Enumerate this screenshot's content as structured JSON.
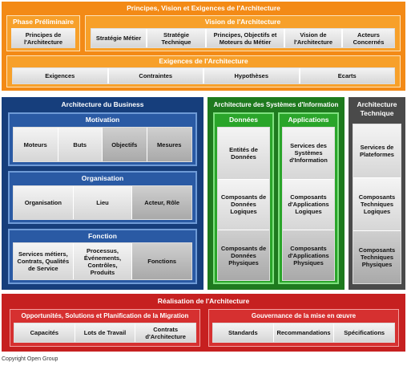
{
  "top": {
    "title": "Principes, Vision et Exigences de l'Architecture",
    "phase": {
      "title": "Phase Préliminaire",
      "item": "Principes de l'Architecture"
    },
    "vision": {
      "title": "Vision de l'Architecture",
      "items": [
        "Stratégie Métier",
        "Stratégie Technique",
        "Principes, Objectifs et Moteurs du Métier",
        "Vision de l'Architecture",
        "Acteurs Concernés"
      ]
    },
    "exigences": {
      "title": "Exigences de l'Architecture",
      "items": [
        "Exigences",
        "Contraintes",
        "Hypothèses",
        "Ecarts"
      ]
    }
  },
  "business": {
    "title": "Architecture du Business",
    "motivation": {
      "title": "Motivation",
      "items": [
        "Moteurs",
        "Buts",
        "Objectifs",
        "Mesures"
      ]
    },
    "organisation": {
      "title": "Organisation",
      "items": [
        "Organisation",
        "Lieu",
        "Acteur, Rôle"
      ]
    },
    "fonction": {
      "title": "Fonction",
      "items": [
        "Services métiers, Contrats, Qualités de Service",
        "Processus, Événements, Contrôles, Produits",
        "Fonctions"
      ]
    }
  },
  "si": {
    "title": "Architecture des Systèmes d'Information",
    "donnees": {
      "title": "Données",
      "items": [
        "Entités de Données",
        "Composants de Données Logiques",
        "Composants de Données Physiques"
      ]
    },
    "applications": {
      "title": "Applications",
      "items": [
        "Services des Systèmes d'Information",
        "Composants d'Applications Logiques",
        "Composants d'Applications Physiques"
      ]
    }
  },
  "tech": {
    "title": "Architecture Technique",
    "items": [
      "Services de Plateformes",
      "Composants Techniques Logiques",
      "Composants Techniques Physiques"
    ]
  },
  "realisation": {
    "title": "Réalisation de l'Architecture",
    "opportunites": {
      "title": "Opportunités, Solutions et Planification de la Migration",
      "items": [
        "Capacités",
        "Lots de Travail",
        "Contrats d'Architecture"
      ]
    },
    "gouvernance": {
      "title": "Gouvernance de la mise en œuvre",
      "items": [
        "Standards",
        "Recommandations",
        "Spécifications"
      ]
    }
  },
  "copyright": "Copyright Open Group"
}
